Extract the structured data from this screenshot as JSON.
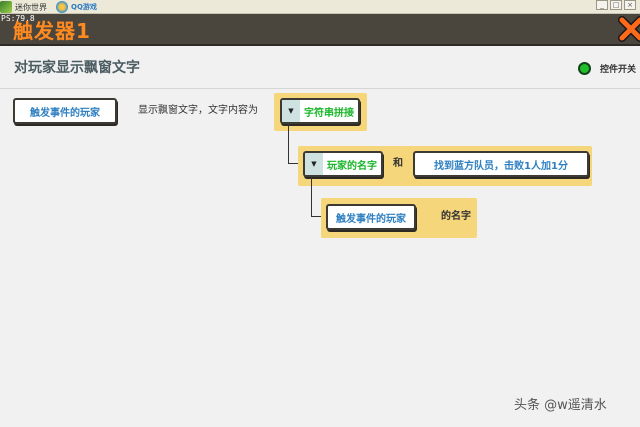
{
  "taskbar": {
    "apps": [
      {
        "label": "迷你世界",
        "icon": "miniworld-icon"
      },
      {
        "label": "QQ游戏",
        "icon": "qq-game-icon"
      }
    ],
    "window_buttons": [
      "minimize",
      "maximize",
      "close"
    ]
  },
  "titlebar": {
    "fps": "PS:79.8",
    "title": "触发器1",
    "close_icon": "close-x-icon",
    "accent_color": "#ff8a1f"
  },
  "header": {
    "title": "对玩家显示飘窗文字",
    "switch_label": "控件开关",
    "switch_color": "#1fbf2a"
  },
  "row1": {
    "target_button": "触发事件的玩家",
    "text": "显示飘窗文字，文字内容为",
    "dropdown_label": "字符串拼接"
  },
  "row2": {
    "dropdown_label": "玩家的名字",
    "joiner": "和",
    "value_button": "找到蓝方队员，击败1人加1分"
  },
  "row3": {
    "target_button": "触发事件的玩家",
    "suffix": "的名字"
  },
  "watermark": "头条 @w遥清水"
}
